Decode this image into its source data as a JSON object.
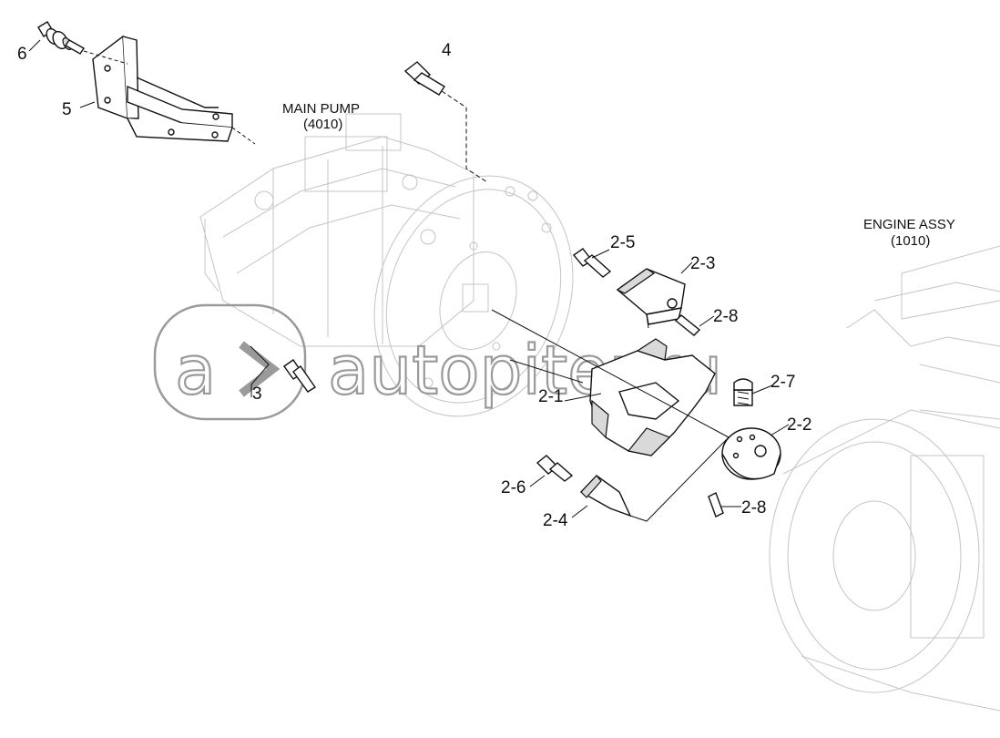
{
  "assemblies": {
    "main_pump": {
      "name": "MAIN PUMP",
      "code": "(4010)"
    },
    "engine": {
      "name": "ENGINE ASSY",
      "code": "(1010)"
    }
  },
  "callouts": [
    "6",
    "5",
    "4",
    "3",
    "2-5",
    "2-3",
    "2-8",
    "2-1",
    "2-7",
    "2-2",
    "2-6",
    "2-4",
    "2-8"
  ],
  "watermark": "autopiter.ru",
  "colors": {
    "line": "#111111",
    "ghost": "#c4c4c4",
    "watermark": "#9a9a9a"
  }
}
